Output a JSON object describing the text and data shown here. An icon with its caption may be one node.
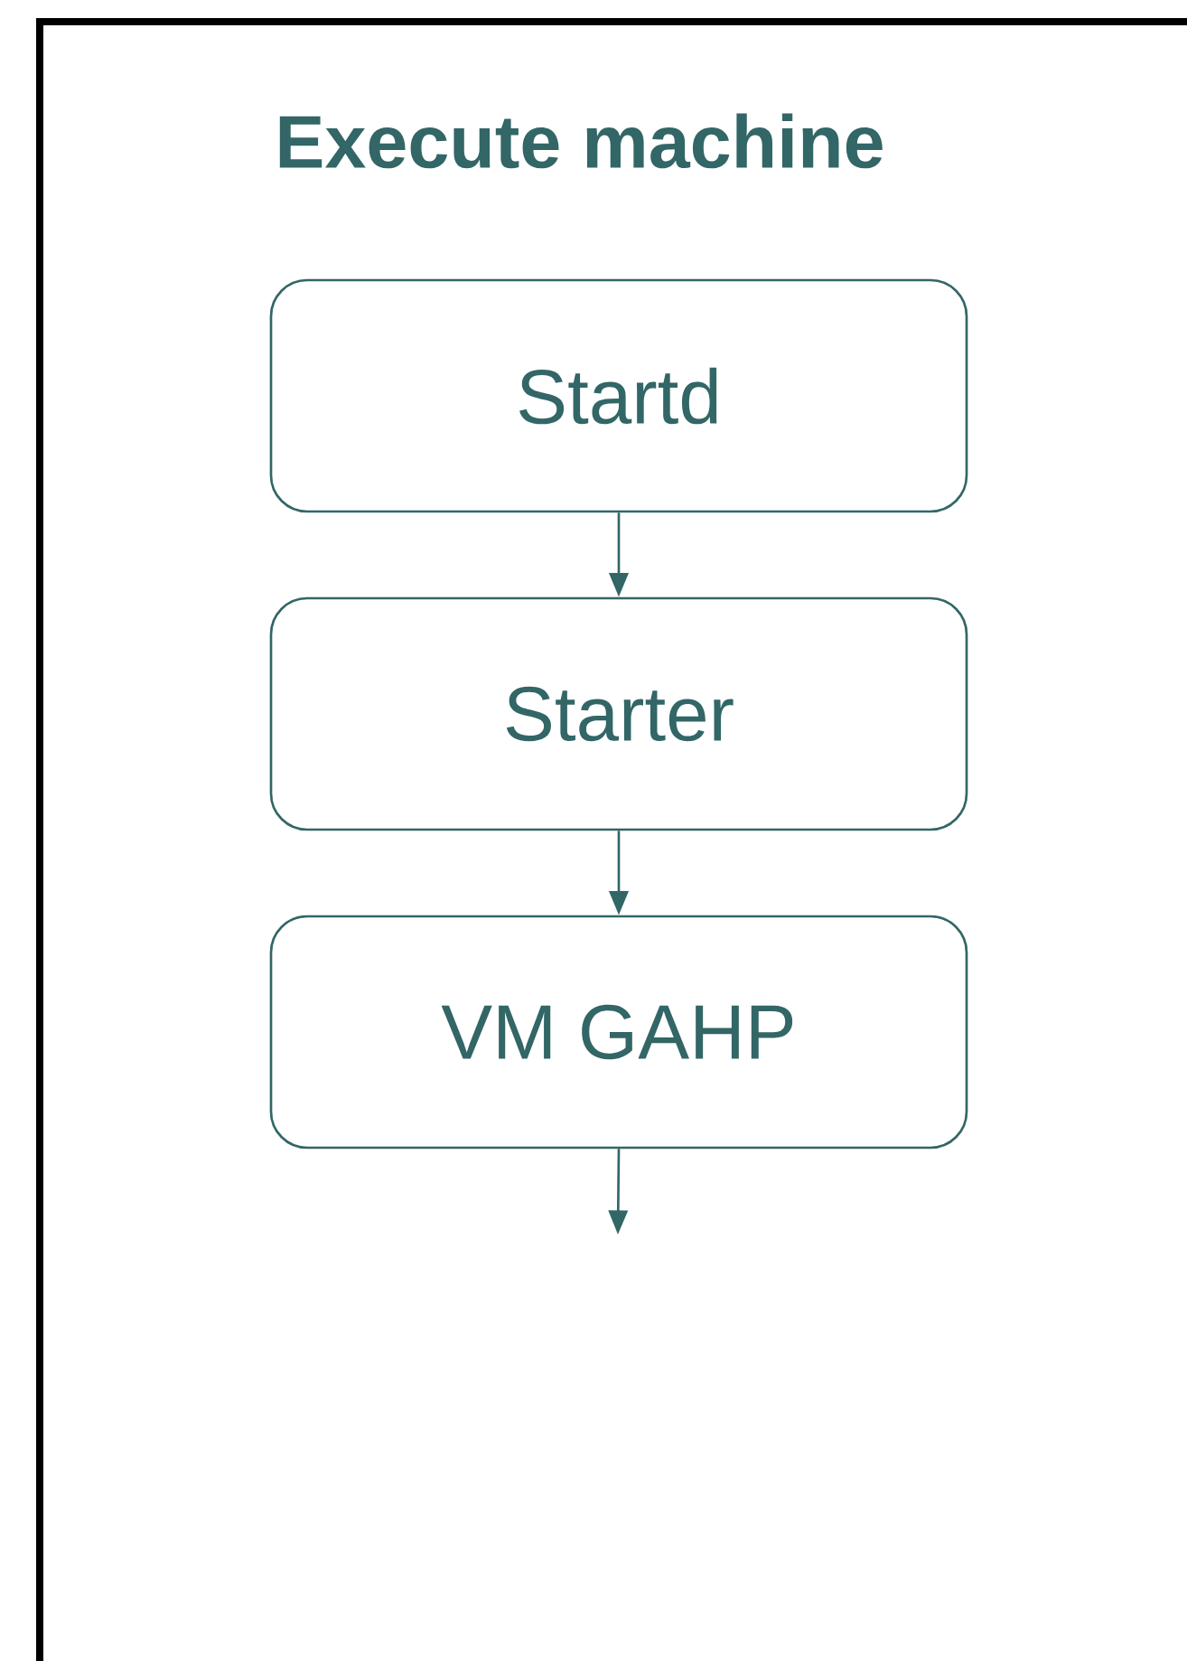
{
  "diagram": {
    "nodes": [
      {
        "text": [
          "Execute machine"
        ]
      },
      {
        "text": [
          "Startd"
        ],
        "in": 0
      },
      {
        "text": [
          "Starter"
        ],
        "in": 0
      },
      {
        "text": [
          "VM GAHP"
        ],
        "in": 0
      }
    ],
    "edges": [
      {
        "from": 1,
        "to": 2,
        "arrow": "to"
      },
      {
        "from": 2,
        "to": 3,
        "arrow": "to"
      },
      {
        "from": 3,
        "to": null,
        "arrow": "to"
      }
    ]
  }
}
